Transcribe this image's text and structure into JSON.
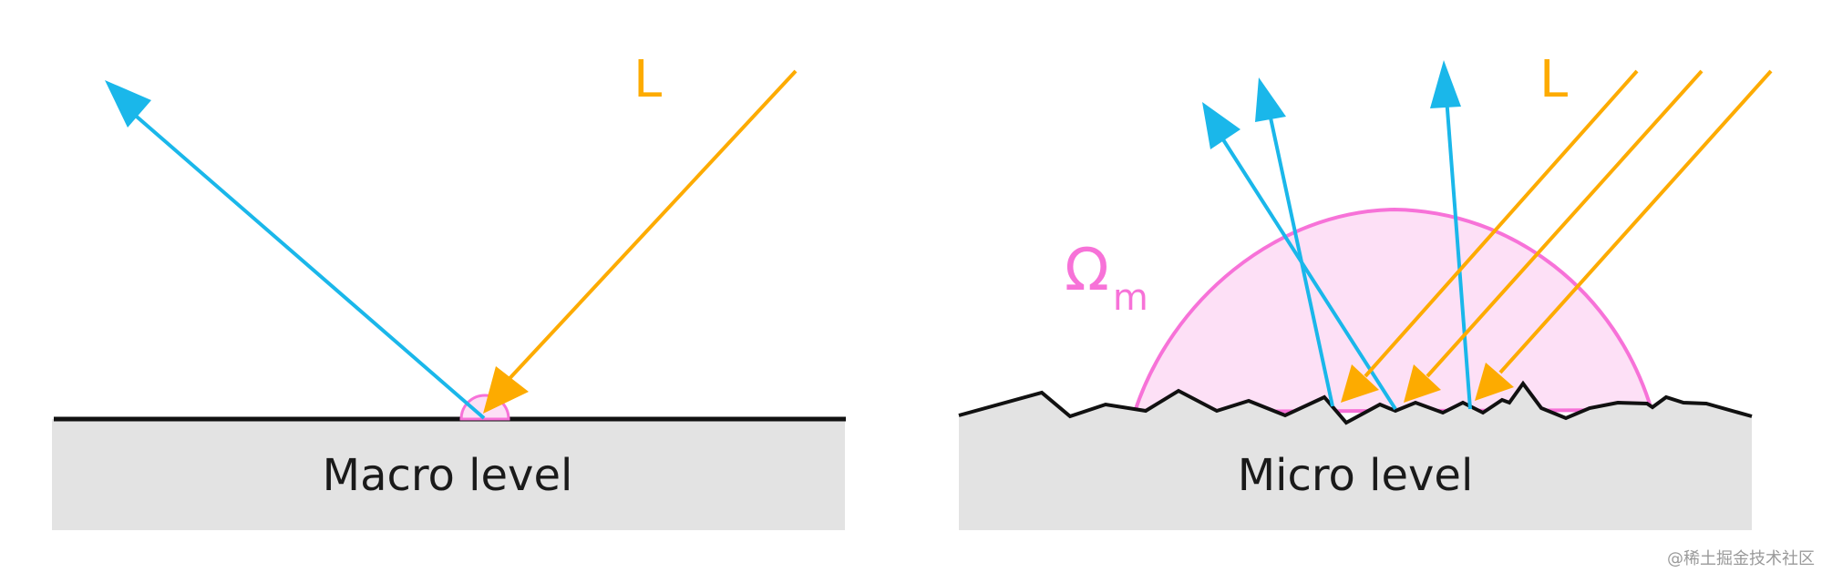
{
  "colors": {
    "reflected": "#1ab7ea",
    "incident": "#fdab00",
    "hemisphere": "#f772d8",
    "hemisphere_fill": "#fde0f6",
    "surface": "#111111",
    "ground": "#e3e3e3",
    "text": "#1a1a1a"
  },
  "left_panel": {
    "caption": "Macro level",
    "light_label": "L"
  },
  "right_panel": {
    "caption": "Micro level",
    "light_label": "L",
    "hemisphere_label": "Ω",
    "hemisphere_subscript": "m"
  },
  "watermark": "@稀土掘金技术社区"
}
